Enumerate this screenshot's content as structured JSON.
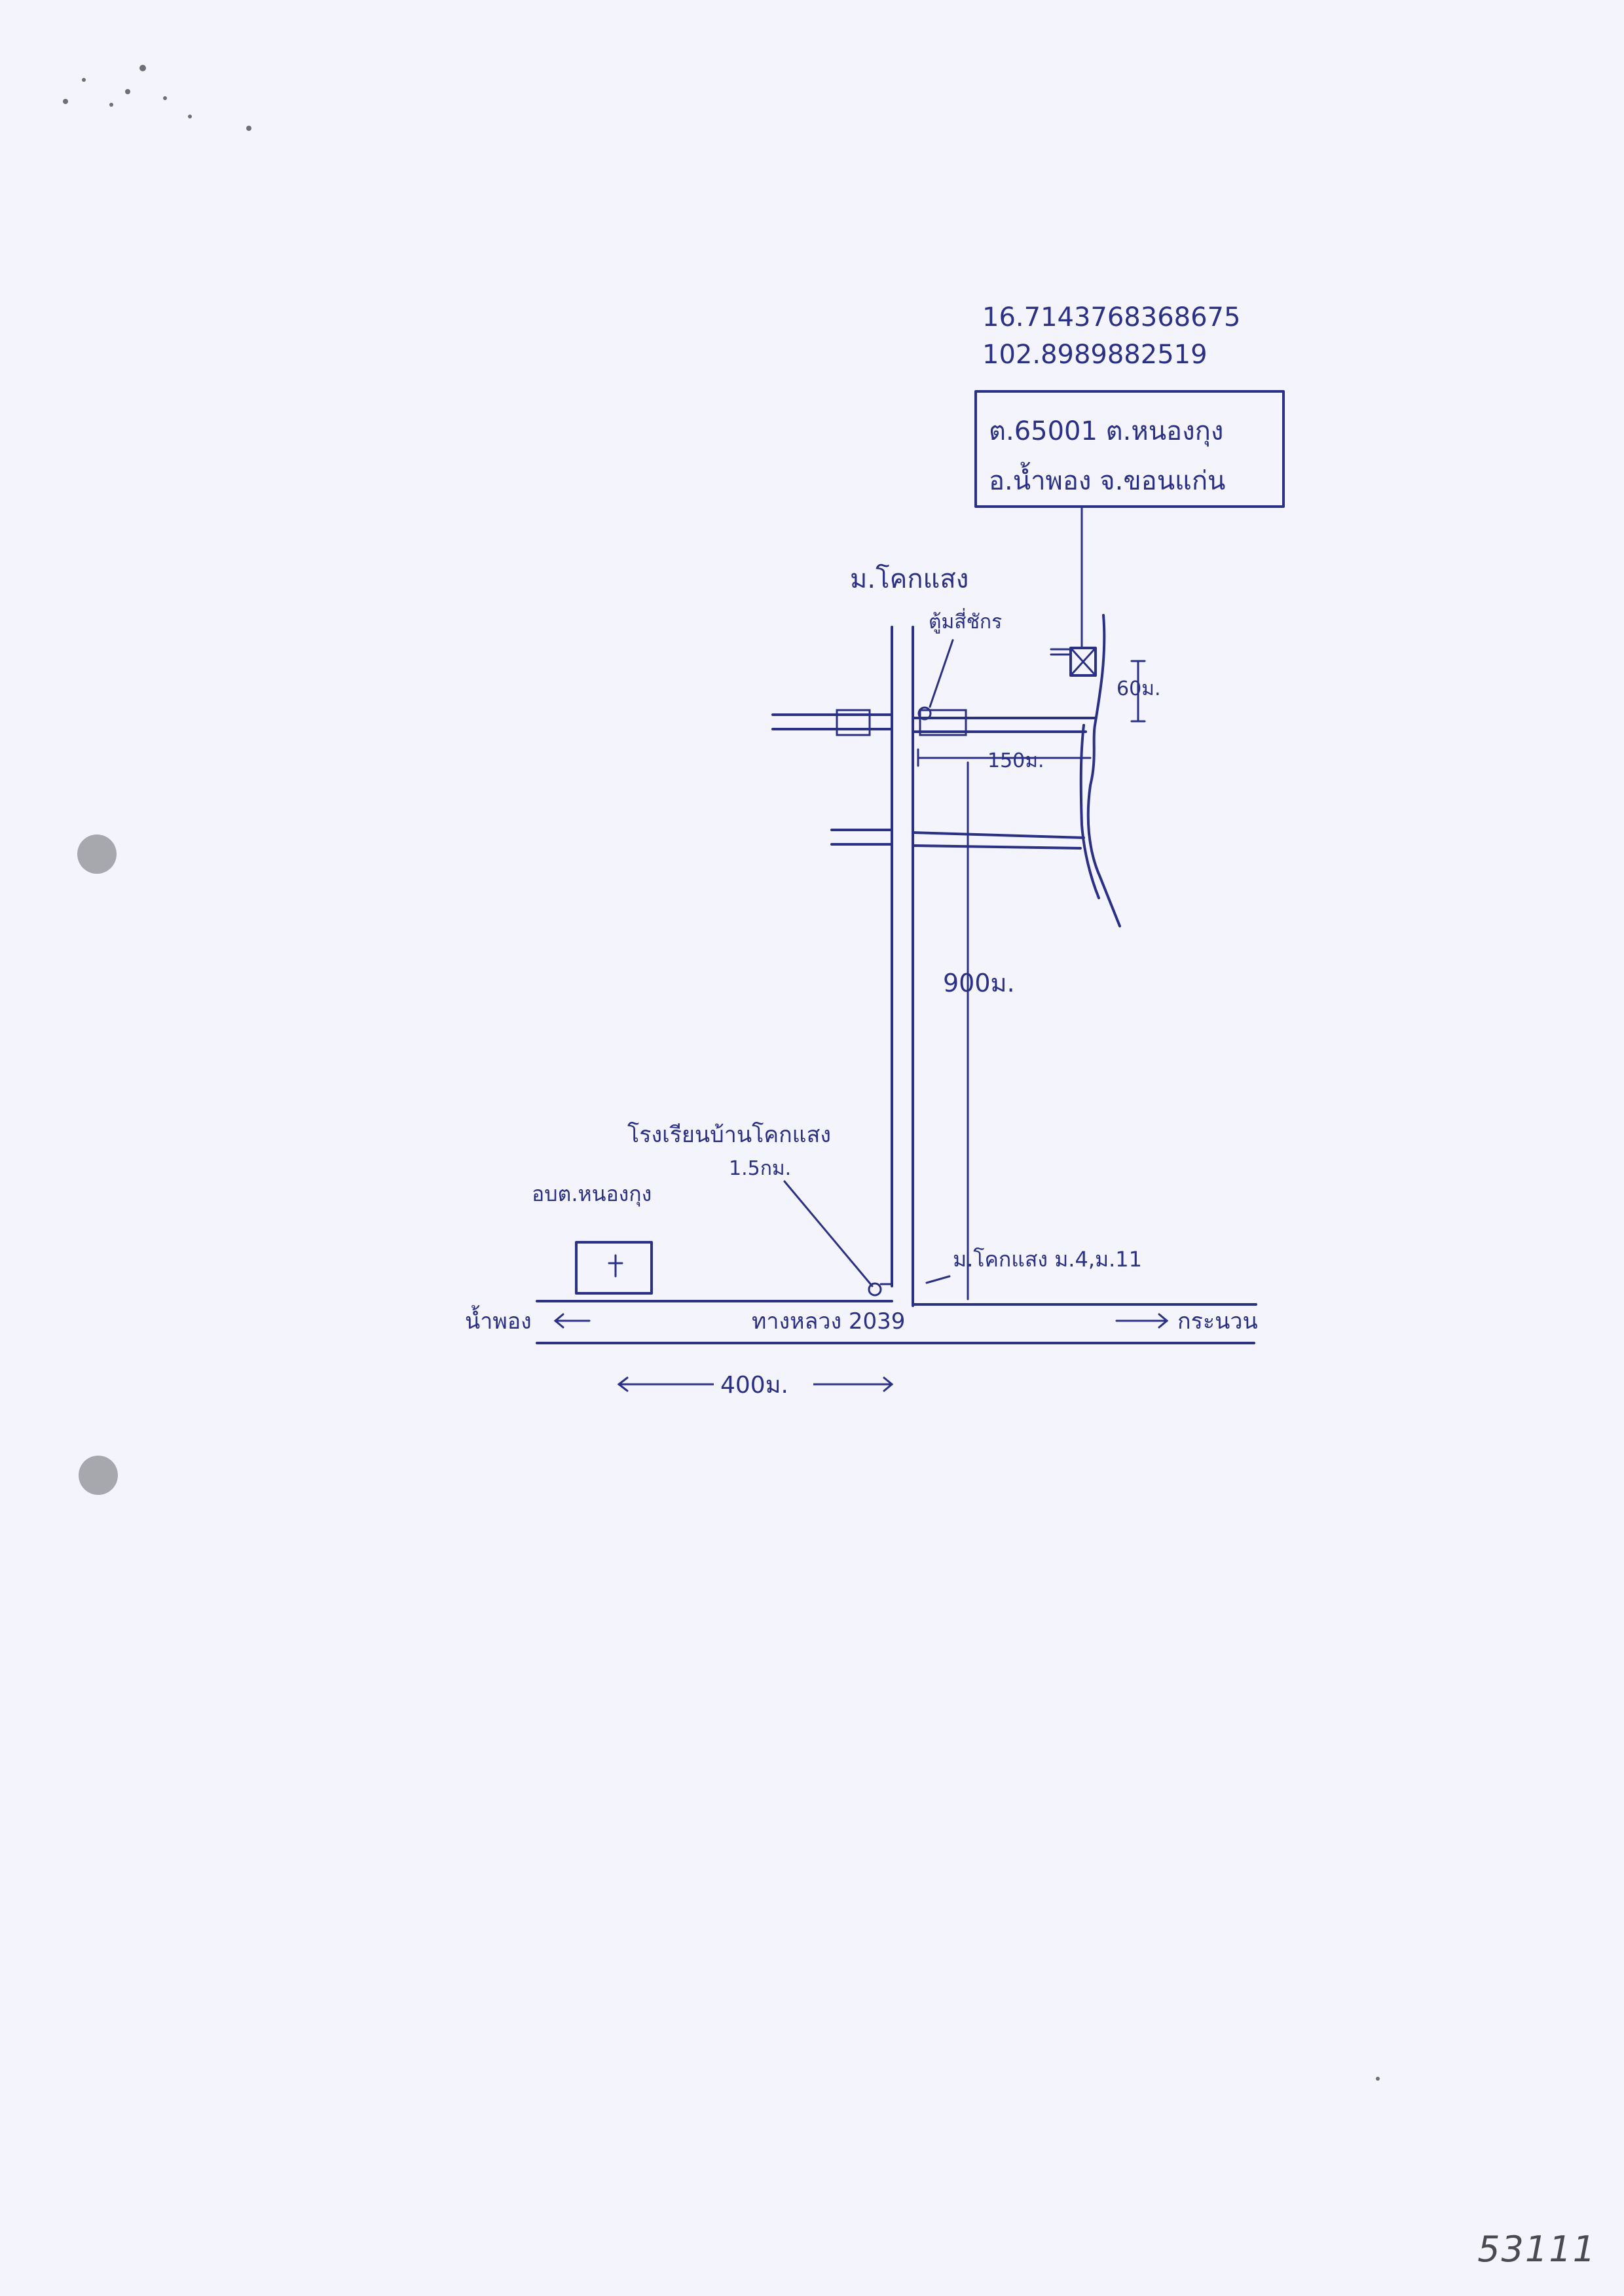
{
  "coordinates": {
    "lat": "16.7143768368675",
    "lon": "102.8989882519"
  },
  "location_box": {
    "line1": "ต.65001 ต.หนองกุง",
    "line2": "อ.น้ำพอง จ.ขอนแก่น"
  },
  "labels": {
    "village_top": "ม.โคกแสง",
    "pump_station": "ตู้มสี่ชักร",
    "dist_60": "60ม.",
    "dist_150": "150ม.",
    "dist_900": "900ม.",
    "school": "โรงเรียนบ้านโคกแสง",
    "school_dist": "1.5กม.",
    "village_bottom": "ม.โคกแสง ม.4,ม.11",
    "office": "อบต.หนองกุง",
    "road_name": "ทางหลวง 2039",
    "to_left": "น้ำพอง",
    "to_right": "กระนวน",
    "dist_400": "400ม."
  },
  "page_number": "53111"
}
